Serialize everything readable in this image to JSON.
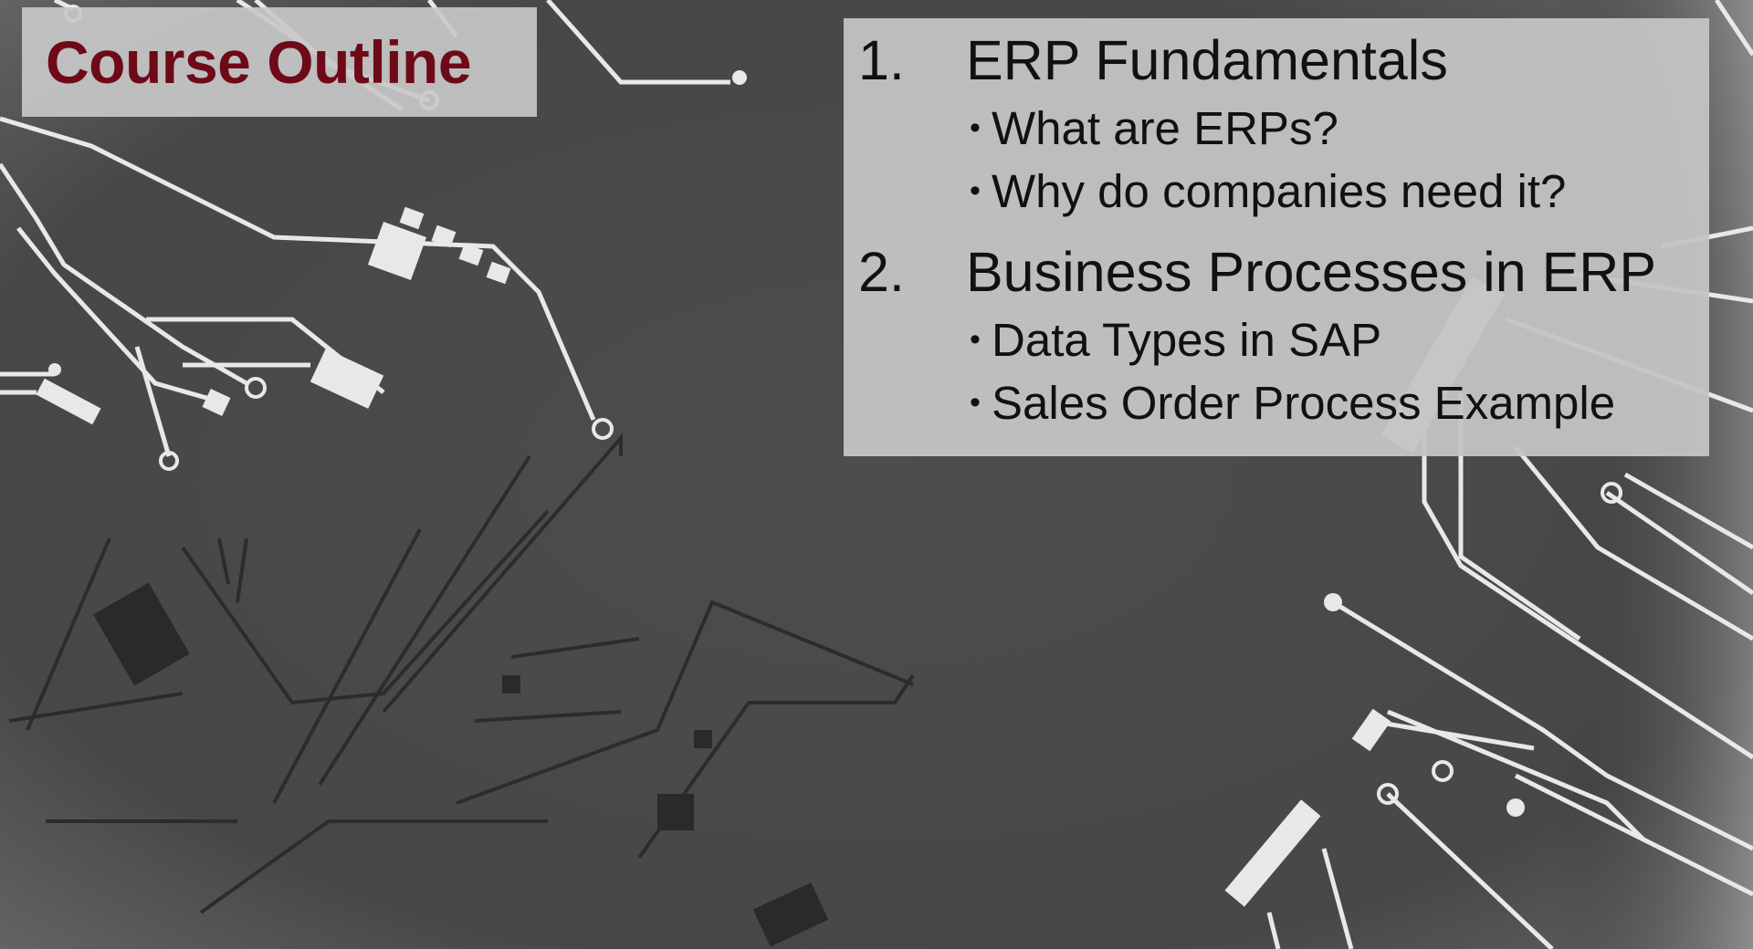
{
  "slide": {
    "title": "Course Outline",
    "title_color": "#6e0a18",
    "sections": [
      {
        "number": "1.",
        "heading": "ERP Fundamentals",
        "bullets": [
          "What are ERPs?",
          "Why do companies need it?"
        ]
      },
      {
        "number": "2.",
        "heading": "Business Processes in ERP",
        "bullets": [
          "Data Types in SAP",
          "Sales Order Process Example"
        ]
      }
    ],
    "bullet_glyph": "•"
  },
  "background": {
    "theme": "circuit-board",
    "base_color": "#4a4a4a",
    "trace_color": "#e8e8e8",
    "shadow_trace_color": "#2a2a2a"
  }
}
